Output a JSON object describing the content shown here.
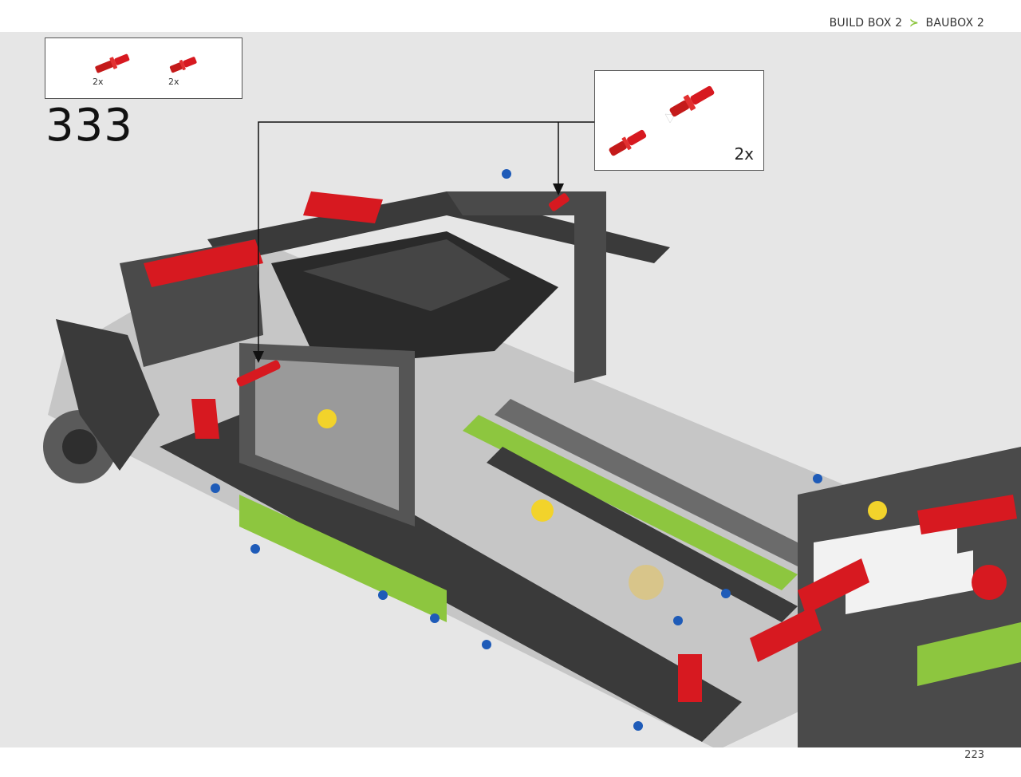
{
  "header": {
    "breadcrumb_en": "BUILD BOX 2",
    "breadcrumb_separator": "≻",
    "breadcrumb_de": "BAUBOX 2"
  },
  "parts_list": {
    "items": [
      {
        "part": "red-friction-pin-with-bushing",
        "quantity": "2x"
      },
      {
        "part": "red-axle-pin",
        "quantity": "2x"
      }
    ]
  },
  "step": {
    "number": "333"
  },
  "subassembly_callout": {
    "quantity": "2x"
  },
  "footer": {
    "page_number": "223"
  },
  "colors": {
    "background": "#e6e6e6",
    "accent_lime": "#8dc63f",
    "part_red": "#d71920",
    "technic_dark": "#3a3a3a"
  }
}
